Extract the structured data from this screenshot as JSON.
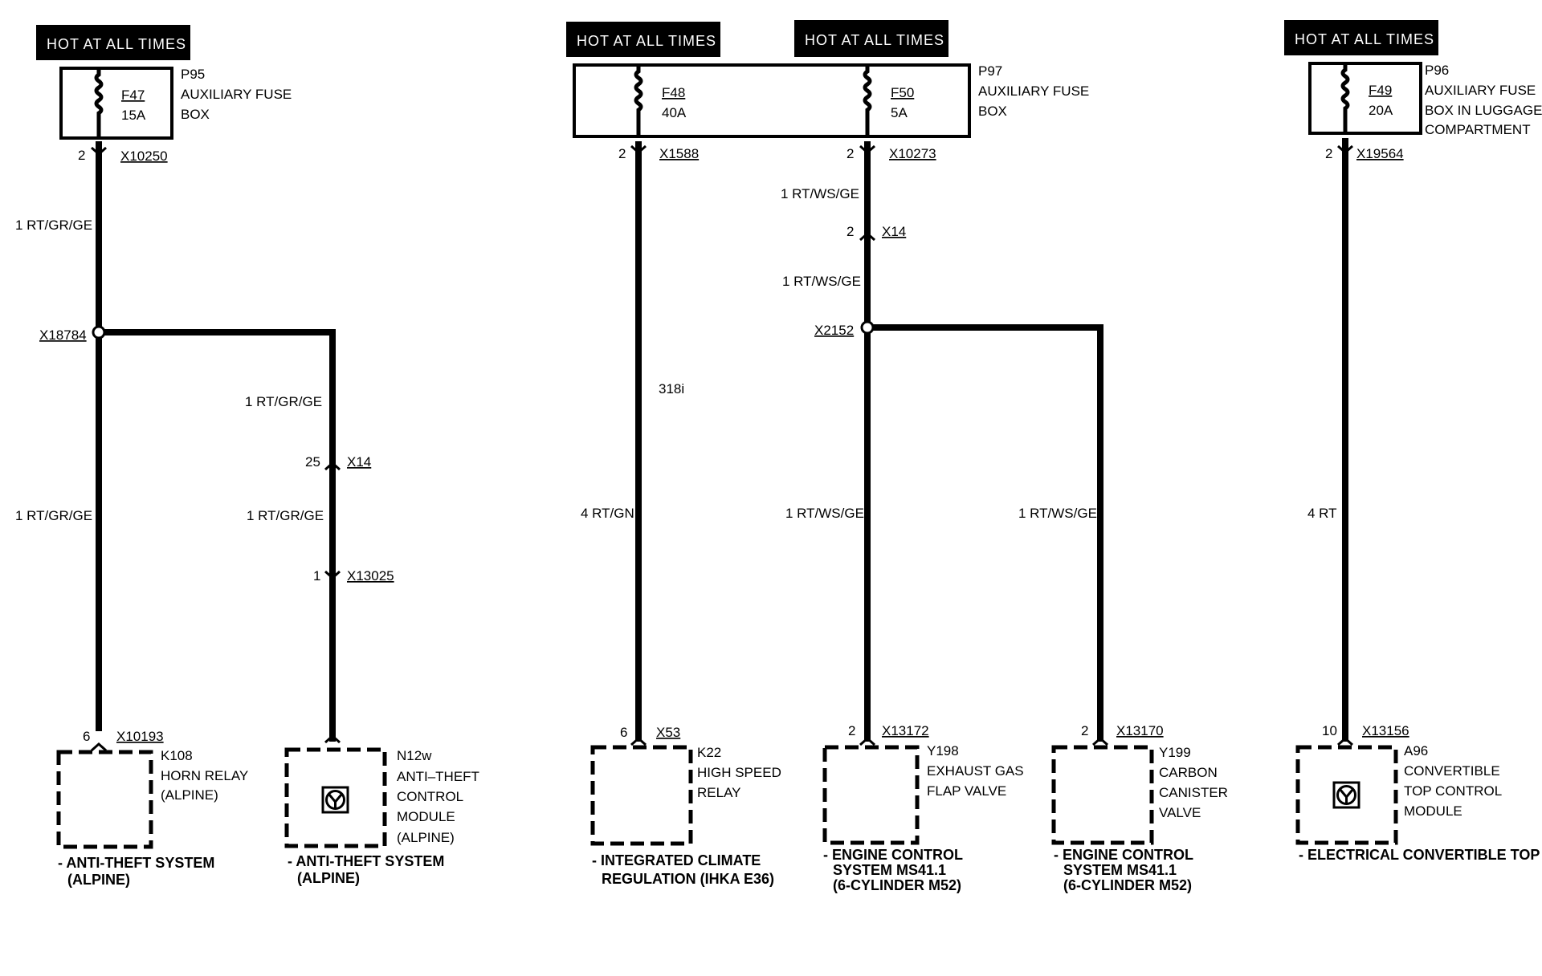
{
  "hot_label": "HOT AT ALL TIMES",
  "circuits": {
    "f47": {
      "fuse": "F47",
      "rating": "15A",
      "box_id": "P95",
      "box_l1": "AUXILIARY FUSE",
      "box_l2": "BOX",
      "pin_top": "2",
      "conn_top": "X10250",
      "wire1": "1 RT/GR/GE",
      "splice": "X18784",
      "wire2": "1 RT/GR/GE",
      "wire3": "1 RT/GR/GE",
      "x14_pin": "25",
      "x14": "X14",
      "wire4": "1 RT/GR/GE",
      "x13025_pin": "1",
      "x13025": "X13025",
      "k108_pin": "6",
      "k108_conn": "X10193",
      "k108": "K108",
      "k108_l1": "HORN RELAY",
      "k108_l2": "(ALPINE)",
      "n12w": "N12w",
      "n12w_l1": "ANTI–THEFT",
      "n12w_l2": "CONTROL",
      "n12w_l3": "MODULE",
      "n12w_l4": "(ALPINE)",
      "func1_l1": "- ANTI-THEFT SYSTEM",
      "func1_l2": "(ALPINE)",
      "func2_l1": "- ANTI-THEFT SYSTEM",
      "func2_l2": "(ALPINE)"
    },
    "p97": {
      "box_id": "P97",
      "box_l1": "AUXILIARY FUSE",
      "box_l2": "BOX",
      "f48": "F48",
      "f48_rating": "40A",
      "f50": "F50",
      "f50_rating": "5A",
      "f48_pin": "2",
      "f48_conn": "X1588",
      "f50_pin": "2",
      "f50_conn": "X10273",
      "note": "318i",
      "wire_f48": "4 RT/GN",
      "k22_pin": "6",
      "k22_conn": "X53",
      "k22": "K22",
      "k22_l1": "HIGH SPEED",
      "k22_l2": "RELAY",
      "func_k22_l1": "- INTEGRATED CLIMATE",
      "func_k22_l2": "REGULATION (IHKA E36)",
      "wire_f50a": "1 RT/WS/GE",
      "x14_pin": "2",
      "x14": "X14",
      "wire_f50b": "1 RT/WS/GE",
      "splice": "X2152",
      "wire_y198": "1 RT/WS/GE",
      "wire_y199": "1 RT/WS/GE",
      "y198_pin": "2",
      "y198_conn": "X13172",
      "y198": "Y198",
      "y198_l1": "EXHAUST GAS",
      "y198_l2": "FLAP VALVE",
      "y199_pin": "2",
      "y199_conn": "X13170",
      "y199": "Y199",
      "y199_l1": "CARBON",
      "y199_l2": "CANISTER",
      "y199_l3": "VALVE",
      "func_y198_l1": "- ENGINE CONTROL",
      "func_y198_l2": "SYSTEM MS41.1",
      "func_y198_l3": "(6-CYLINDER M52)",
      "func_y199_l1": "- ENGINE CONTROL",
      "func_y199_l2": "SYSTEM MS41.1",
      "func_y199_l3": "(6-CYLINDER M52)"
    },
    "f49": {
      "fuse": "F49",
      "rating": "20A",
      "box_id": "P96",
      "box_l1": "AUXILIARY FUSE",
      "box_l2": "BOX IN LUGGAGE",
      "box_l3": "COMPARTMENT",
      "pin_top": "2",
      "conn_top": "X19564",
      "wire": "4 RT",
      "a96_pin": "10",
      "a96_conn": "X13156",
      "a96": "A96",
      "a96_l1": "CONVERTIBLE",
      "a96_l2": "TOP CONTROL",
      "a96_l3": "MODULE",
      "func_l1": "- ELECTRICAL CONVERTIBLE TOP"
    }
  }
}
